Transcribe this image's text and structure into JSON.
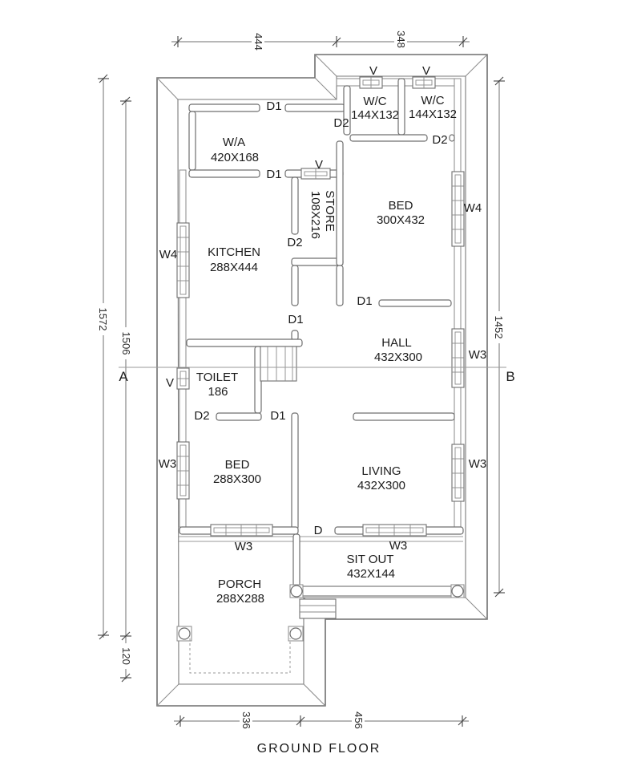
{
  "drawing": {
    "title": "GROUND FLOOR"
  },
  "rooms": {
    "wa": {
      "name": "W/A",
      "size": "420X168"
    },
    "kitchen": {
      "name": "KITCHEN",
      "size": "288X444"
    },
    "store": {
      "name": "STORE",
      "size": "108X216"
    },
    "bed1": {
      "name": "BED",
      "size": "300X432"
    },
    "wc1": {
      "name": "W/C",
      "size": "144X132"
    },
    "wc2": {
      "name": "W/C",
      "size": "144X132"
    },
    "hall": {
      "name": "HALL",
      "size": "432X300"
    },
    "toilet": {
      "name": "TOILET",
      "size": "186"
    },
    "bed2": {
      "name": "BED",
      "size": "288X300"
    },
    "living": {
      "name": "LIVING",
      "size": "432X300"
    },
    "sitout": {
      "name": "SIT OUT",
      "size": "432X144"
    },
    "porch": {
      "name": "PORCH",
      "size": "288X288"
    }
  },
  "labels": {
    "door_d1": "D1",
    "door_d2": "D2",
    "door_d": "D",
    "vent": "V",
    "window_w3": "W3",
    "window_w4": "W4",
    "section_a": "A",
    "section_b": "B"
  },
  "dimensions": {
    "top_left": "444",
    "top_right": "348",
    "left_outer": "1572",
    "left_inner": "1506",
    "left_porch": "120",
    "right_side": "1452",
    "bottom_left": "336",
    "bottom_right": "456"
  },
  "colors": {
    "wall_line": "#6f6f6f",
    "text": "#1b1b1b",
    "background": "#ffffff"
  }
}
